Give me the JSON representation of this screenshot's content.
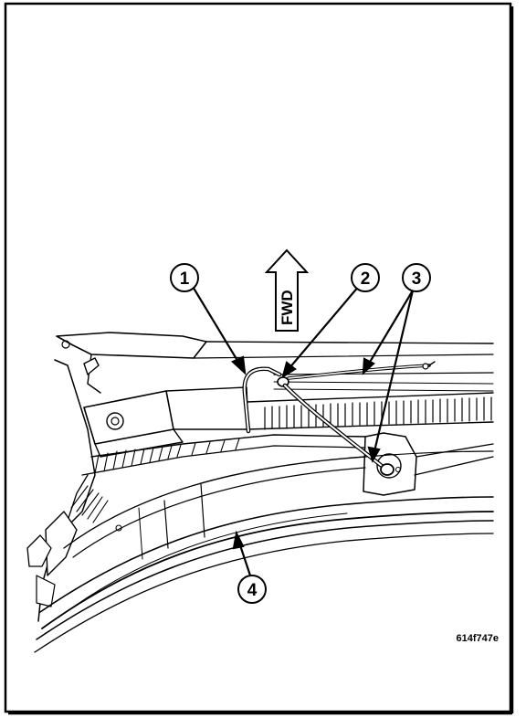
{
  "direction_label": "FWD",
  "callouts": [
    {
      "id": "1",
      "label": "1"
    },
    {
      "id": "2",
      "label": "2"
    },
    {
      "id": "3",
      "label": "3"
    },
    {
      "id": "4",
      "label": "4"
    }
  ],
  "figure_ref": "614f747e"
}
